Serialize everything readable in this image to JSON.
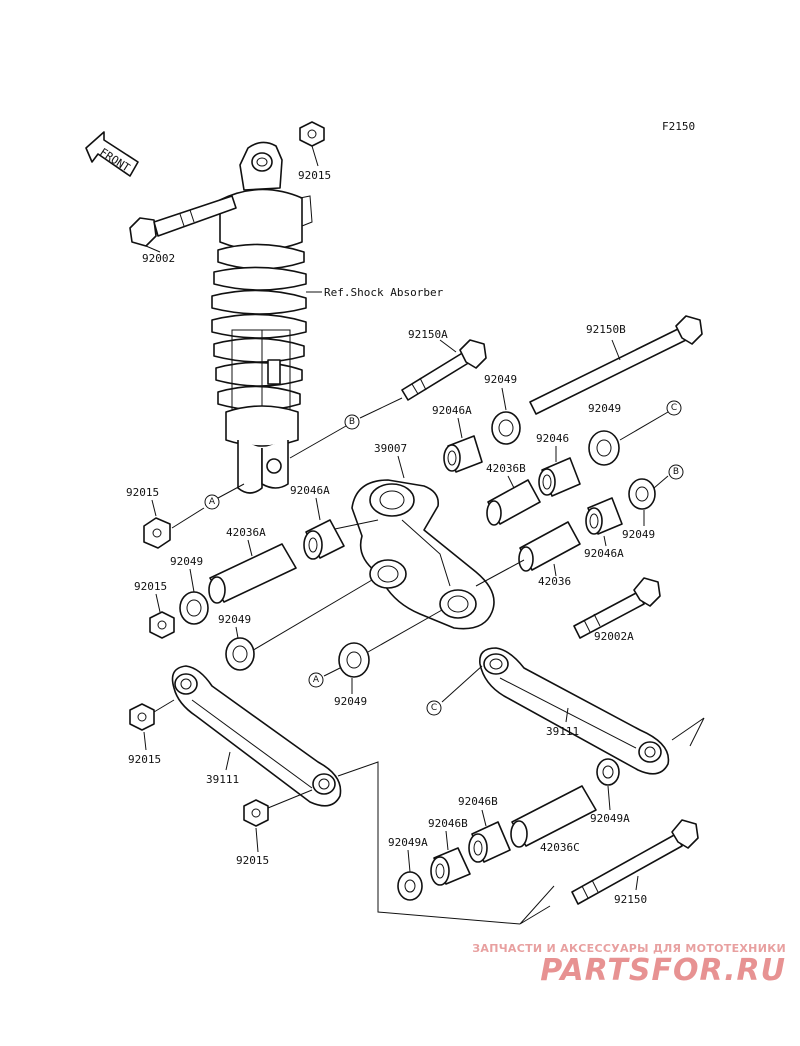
{
  "figure_code": "F2150",
  "front_label": "FRONT",
  "ref_label": "Ref.Shock Absorber",
  "part_numbers": {
    "n92015_top": "92015",
    "n92002": "92002",
    "n92150A": "92150A",
    "n92150B": "92150B",
    "n92049_a": "92049",
    "n92049_b": "92049",
    "n92046A_a": "92046A",
    "n92046": "92046",
    "n39007": "39007",
    "n42036B": "42036B",
    "n92015_mid": "92015",
    "n92046A_b": "92046A",
    "n92049_c": "92049",
    "n42036A": "42036A",
    "n92049_d": "92049",
    "n92046A_c": "92046A",
    "n92015_low": "92015",
    "n42036": "42036",
    "n92049_e": "92049",
    "n92002A": "92002A",
    "n92049_f": "92049",
    "n92015_b": "92015",
    "n39111_left": "39111",
    "n39111_right": "39111",
    "n92015_bottom": "92015",
    "n92046B_a": "92046B",
    "n92046B_b": "92046B",
    "n92049A_a": "92049A",
    "n92049A_b": "92049A",
    "n42036C": "42036C",
    "n92150": "92150"
  },
  "callouts": {
    "A": "A",
    "B": "B",
    "C": "C"
  },
  "watermark": {
    "tagline": "ЗАПЧАСТИ И АКСЕССУАРЫ ДЛЯ МОТОТЕХНИКИ",
    "logo": "PARTSFOR.RU"
  }
}
